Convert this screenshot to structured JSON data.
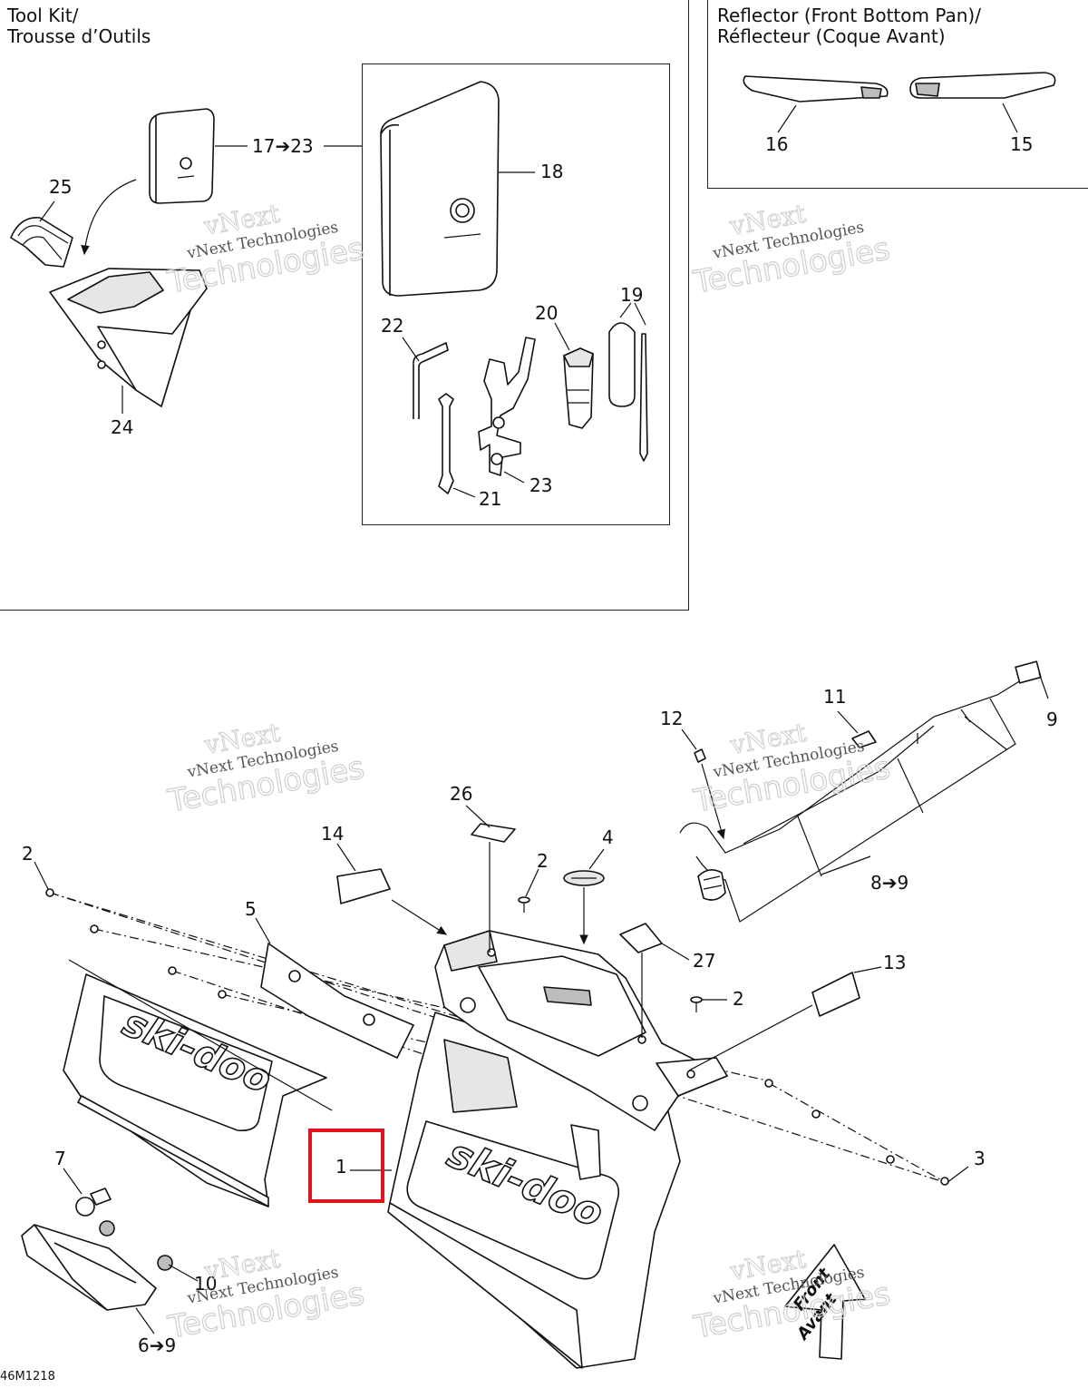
{
  "panels": {
    "tool_kit": {
      "title": "Tool Kit/\nTrousse d’Outils"
    },
    "reflector": {
      "title": "Reflector (Front Bottom Pan)/\nRéflecteur (Coque Avant)"
    }
  },
  "callouts": {
    "c1": "1",
    "c2a": "2",
    "c2b": "2",
    "c2c": "2",
    "c3": "3",
    "c4": "4",
    "c5": "5",
    "c6": "6➔9",
    "c7": "7",
    "c8": "8➔9",
    "c9": "9",
    "c10": "10",
    "c11": "11",
    "c12": "12",
    "c13": "13",
    "c14": "14",
    "c15": "15",
    "c16": "16",
    "c17": "17➔23",
    "c18": "18",
    "c19": "19",
    "c20": "20",
    "c21": "21",
    "c22": "22",
    "c23": "23",
    "c24": "24",
    "c25": "25",
    "c26": "26",
    "c27": "27"
  },
  "watermark": {
    "line1": "vNext",
    "line2": "vNext Technologies",
    "line3": "Technologies"
  },
  "logos": {
    "brand": "ski-doo",
    "arrow_line1": "Front",
    "arrow_line2": "Avant"
  },
  "diagram_code": "46M1218",
  "highlight_color": "#e0141c"
}
